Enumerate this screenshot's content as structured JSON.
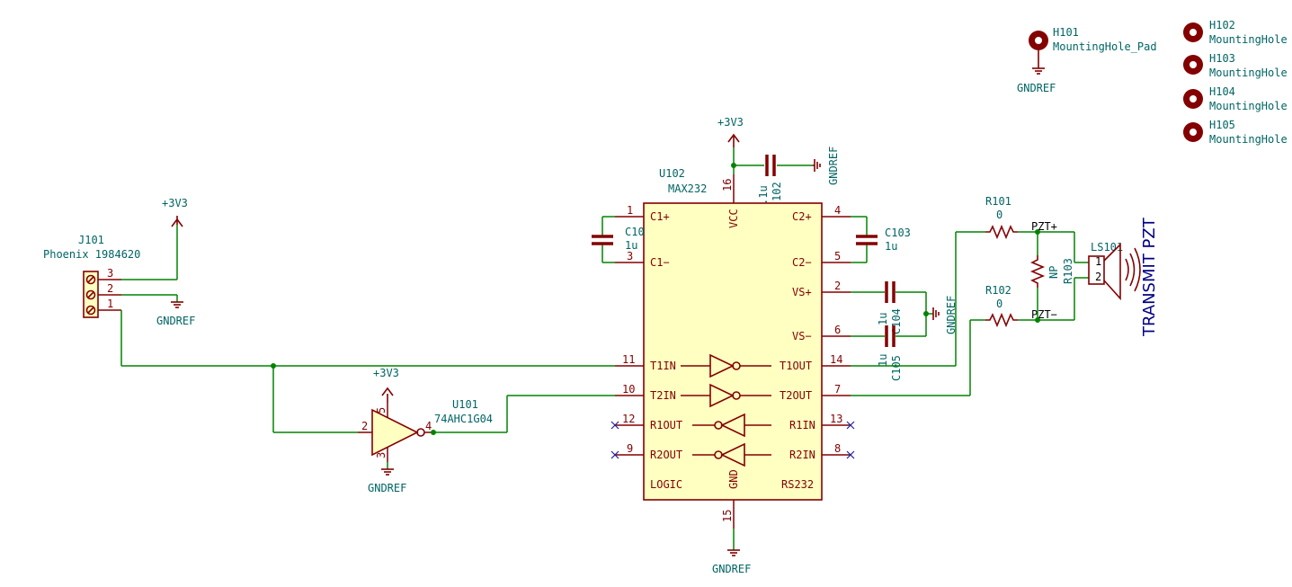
{
  "power": {
    "v3": "+3V3",
    "gnd": "GNDREF"
  },
  "u102": {
    "ref": "U102",
    "value": "MAX232",
    "left_pins": [
      {
        "num": "1",
        "name": "C1+"
      },
      {
        "num": "3",
        "name": "C1−"
      },
      {
        "num": "11",
        "name": "T1IN"
      },
      {
        "num": "10",
        "name": "T2IN"
      },
      {
        "num": "12",
        "name": "R1OUT"
      },
      {
        "num": "9",
        "name": "R2OUT"
      }
    ],
    "right_pins": [
      {
        "num": "4",
        "name": "C2+"
      },
      {
        "num": "5",
        "name": "C2−"
      },
      {
        "num": "2",
        "name": "VS+"
      },
      {
        "num": "6",
        "name": "VS−"
      },
      {
        "num": "14",
        "name": "T1OUT"
      },
      {
        "num": "7",
        "name": "T2OUT"
      },
      {
        "num": "13",
        "name": "R1IN"
      },
      {
        "num": "8",
        "name": "R2IN"
      }
    ],
    "top_pin": {
      "num": "16",
      "name": "VCC"
    },
    "bottom_pin": {
      "num": "15",
      "name": "GND"
    },
    "logic_label": "LOGIC",
    "rs232_label": "RS232"
  },
  "caps": {
    "c101": {
      "ref": "C10",
      "value": "1u"
    },
    "c102": {
      "ref": "102",
      "value": ".1u"
    },
    "c103": {
      "ref": "C103",
      "value": "1u"
    },
    "c104": {
      "ref": "C104",
      "value": "1u"
    },
    "c105": {
      "ref": "C105",
      "value": "1u"
    }
  },
  "j101": {
    "ref": "J101",
    "value": "Phoenix 1984620",
    "pins": [
      "3",
      "2",
      "1"
    ]
  },
  "u101": {
    "ref": "U101",
    "value": "74AHC1G04",
    "pin_in": "2",
    "pin_out": "4",
    "pin_vcc": "5",
    "pin_gnd": "3"
  },
  "resistors": {
    "r101": {
      "ref": "R101",
      "value": "0"
    },
    "r102": {
      "ref": "R102",
      "value": "0"
    },
    "r103": {
      "ref": "R103",
      "value": "NP"
    }
  },
  "ls101": {
    "ref": "LS101",
    "pin1": "1",
    "pin2": "2"
  },
  "nets": {
    "pzt_plus": "PZT+",
    "pzt_minus": "PZT−"
  },
  "title_text": "TRANSMIT PZT",
  "holes": [
    {
      "ref": "H101",
      "value": "MountingHole_Pad"
    },
    {
      "ref": "H102",
      "value": "MountingHole"
    },
    {
      "ref": "H103",
      "value": "MountingHole"
    },
    {
      "ref": "H104",
      "value": "MountingHole"
    },
    {
      "ref": "H105",
      "value": "MountingHole"
    }
  ]
}
